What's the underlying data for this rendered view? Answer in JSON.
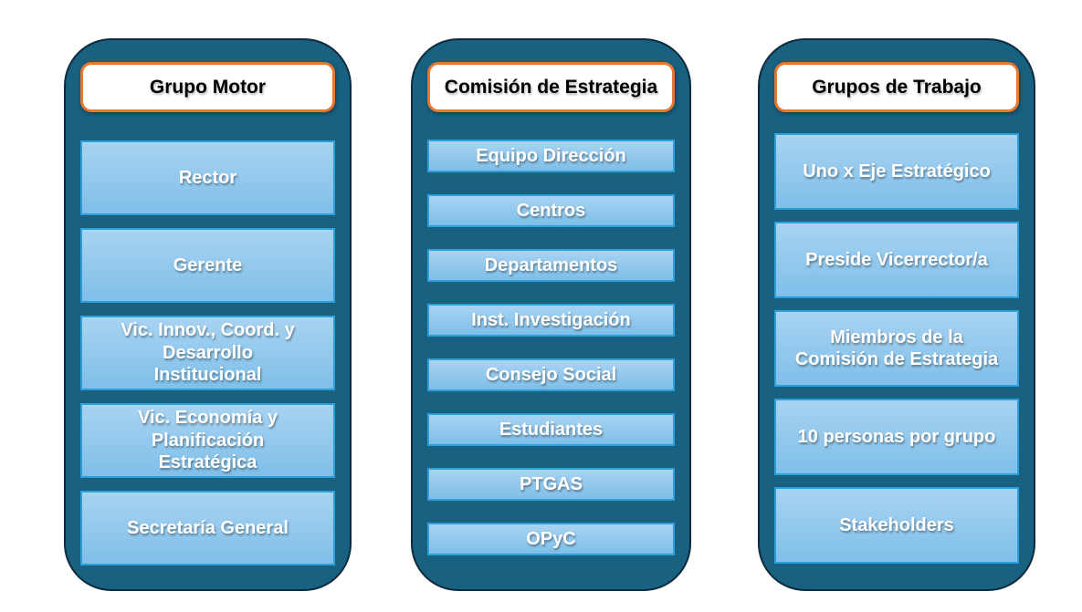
{
  "slide": {
    "background": "#ffffff",
    "colors": {
      "panel_fill": "#196180",
      "panel_border": "#0d2b3d",
      "header_fill": "#ffffff",
      "header_border": "#e8772f",
      "header_text": "#000000",
      "item_fill_top": "#a8d3f1",
      "item_fill_bottom": "#7fbfe9",
      "item_border": "#2e9fd8",
      "item_text": "#ffffff"
    }
  },
  "columns": [
    {
      "title": "Grupo Motor",
      "items": [
        "Rector",
        "Gerente",
        "Vic. Innov., Coord. y\nDesarrollo\nInstitucional",
        "Vic. Economía y\nPlanificación\nEstratégica",
        "Secretaría General"
      ]
    },
    {
      "title": "Comisión de Estrategia",
      "items": [
        "Equipo Dirección",
        "Centros",
        "Departamentos",
        "Inst. Investigación",
        "Consejo Social",
        "Estudiantes",
        "PTGAS",
        "OPyC"
      ]
    },
    {
      "title": "Grupos de Trabajo",
      "items": [
        "Uno x Eje Estratégico",
        "Preside Vicerrector/a",
        "Miembros de la\nComisión de Estrategia",
        "10 personas por grupo",
        "Stakeholders"
      ]
    }
  ]
}
